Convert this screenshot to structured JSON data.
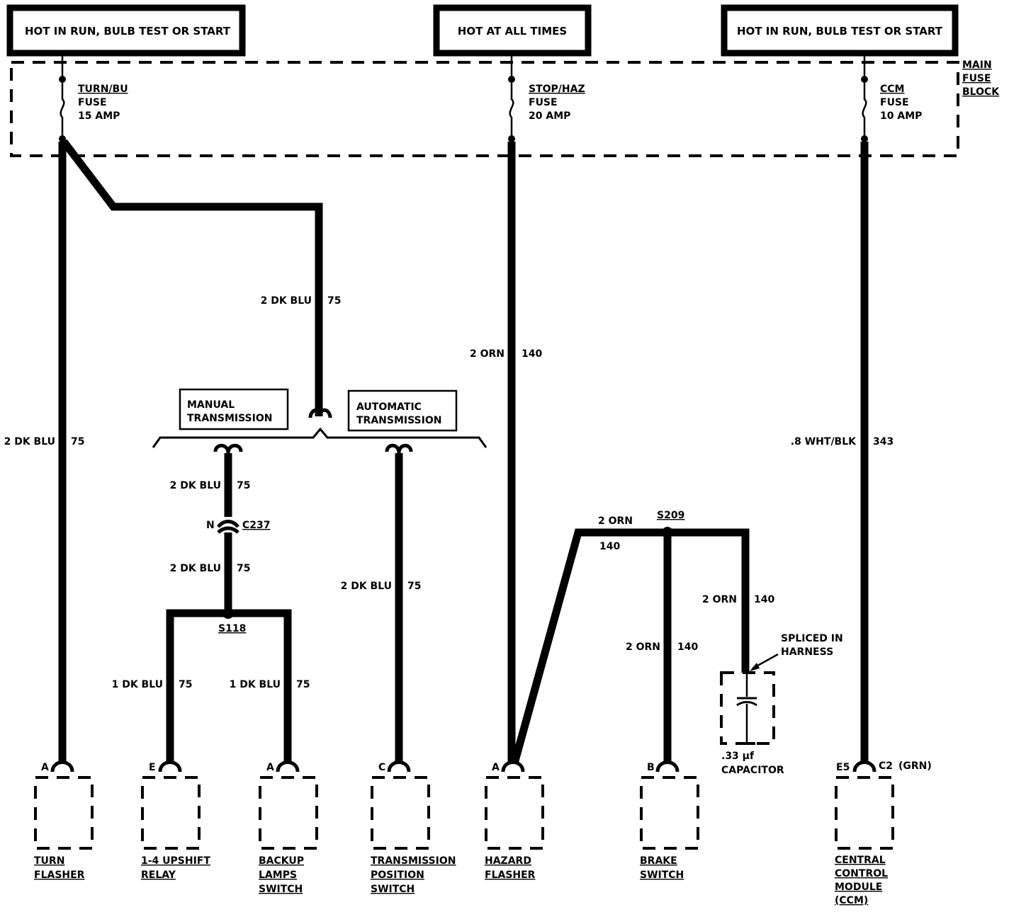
{
  "sources": [
    {
      "label": "HOT IN RUN, BULB TEST OR START"
    },
    {
      "label": "HOT AT ALL TIMES"
    },
    {
      "label": "HOT IN RUN, BULB TEST OR START"
    }
  ],
  "fuse_block": {
    "title_lines": [
      "MAIN",
      "FUSE",
      "BLOCK"
    ]
  },
  "fuses": [
    {
      "lines": [
        "TURN/BU",
        "FUSE",
        "15 AMP"
      ]
    },
    {
      "lines": [
        "STOP/HAZ",
        "FUSE",
        "20 AMP"
      ]
    },
    {
      "lines": [
        "CCM",
        "FUSE",
        "10 AMP"
      ]
    }
  ],
  "wire_labels": {
    "branch_75": {
      "left": "2 DK BLU",
      "right": "75"
    },
    "turn_75": {
      "left": "2 DK BLU",
      "right": "75"
    },
    "orn_140": {
      "left": "2 ORN",
      "right": "140"
    },
    "ccm_343": {
      "left": ".8 WHT/BLK",
      "right": "343"
    },
    "manual_upper": {
      "left": "2 DK BLU",
      "right": "75"
    },
    "manual_lower": {
      "left": "2 DK BLU",
      "right": "75"
    },
    "auto_75": {
      "left": "2 DK BLU",
      "right": "75"
    },
    "relay_75": {
      "left": "1 DK BLU",
      "right": "75"
    },
    "backup_75": {
      "left": "1 DK BLU",
      "right": "75"
    },
    "s209_in": {
      "top": "2 ORN",
      "bottom": "140"
    },
    "brake_140": {
      "left": "2 ORN",
      "right": "140"
    },
    "cap_140": {
      "left": "2 ORN",
      "right": "140"
    }
  },
  "options": {
    "manual": [
      "MANUAL",
      "TRANSMISSION"
    ],
    "automatic": [
      "AUTOMATIC",
      "TRANSMISSION"
    ]
  },
  "connector": {
    "pin": "N",
    "name": "C237"
  },
  "splices": {
    "s118": "S118",
    "s209": "S209"
  },
  "capacitor": {
    "note": [
      "SPLICED IN",
      "HARNESS"
    ],
    "value": ".33 µf",
    "name": "CAPACITOR"
  },
  "components": [
    {
      "pin": "A",
      "name": [
        "TURN",
        "FLASHER"
      ]
    },
    {
      "pin": "E",
      "name": [
        "1-4 UPSHIFT",
        "RELAY"
      ]
    },
    {
      "pin": "A",
      "name": [
        "BACKUP",
        "LAMPS",
        "SWITCH"
      ]
    },
    {
      "pin": "C",
      "name": [
        "TRANSMISSION",
        "POSITION",
        "SWITCH"
      ]
    },
    {
      "pin": "A",
      "name": [
        "HAZARD",
        "FLASHER"
      ]
    },
    {
      "pin": "B",
      "name": [
        "BRAKE",
        "SWITCH"
      ]
    },
    {
      "pin": "E5",
      "pin2": "C2",
      "pin2_note": "(GRN)",
      "name": [
        "CENTRAL",
        "CONTROL",
        "MODULE",
        "(CCM)"
      ]
    }
  ]
}
